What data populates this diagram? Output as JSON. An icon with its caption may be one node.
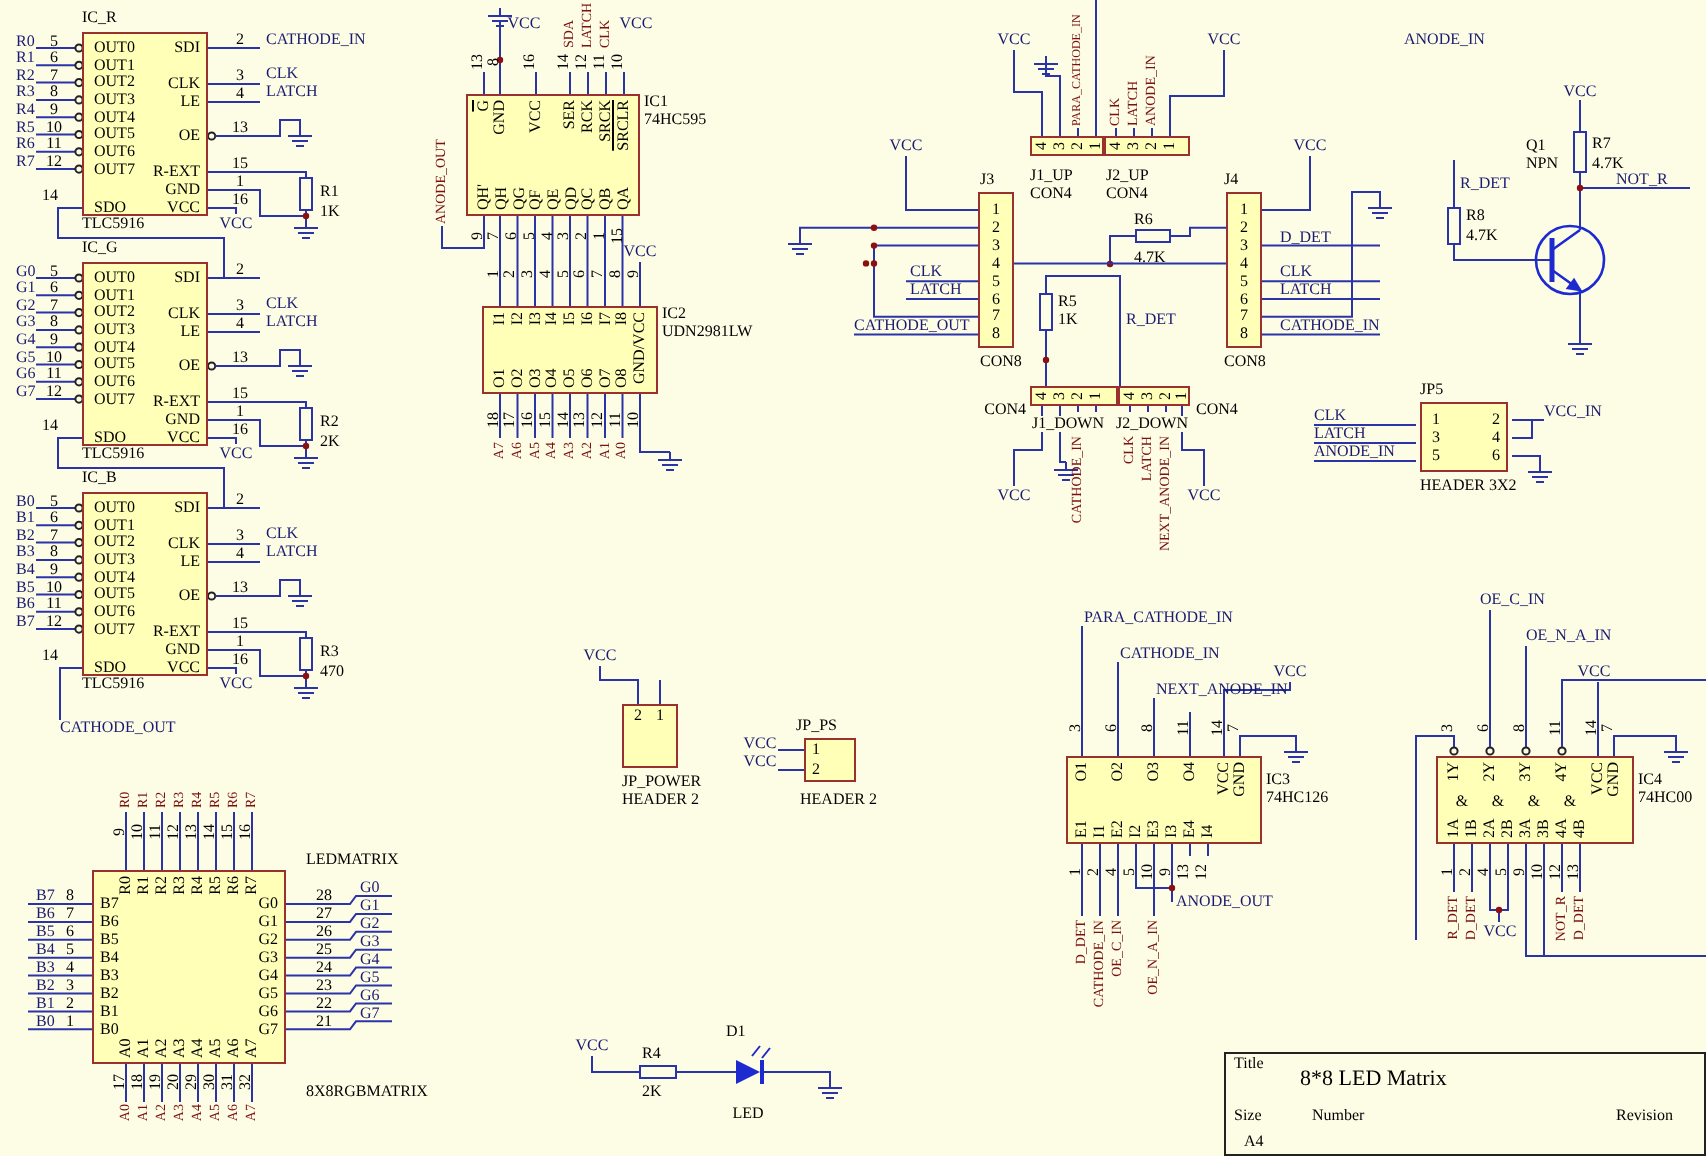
{
  "diagram": {
    "nodes": [
      {
        "text": [
          "OUT0",
          "OUT1",
          "OUT2",
          "OUT3",
          "OUT4",
          "OUT5",
          "OUT6",
          "OUT7",
          "SDI",
          "CLK",
          "LE",
          "OE",
          "R-EXT",
          "GND",
          "VCC",
          "SDO"
        ],
        "beside": [
          "IC_R",
          "TLC5916",
          "5",
          "6",
          "7",
          "8",
          "9",
          "10",
          "11",
          "12",
          "R0",
          "R1",
          "R2",
          "R3",
          "R4",
          "R5",
          "R6",
          "R7",
          "2",
          "3",
          "4",
          "13",
          "15",
          "1",
          "16",
          "14",
          "CATHODE_IN",
          "CLK",
          "LATCH",
          "VCC"
        ]
      },
      {
        "text": [
          "OUT0",
          "OUT1",
          "OUT2",
          "OUT3",
          "OUT4",
          "OUT5",
          "OUT6",
          "OUT7",
          "SDI",
          "CLK",
          "LE",
          "OE",
          "R-EXT",
          "GND",
          "VCC",
          "SDO"
        ],
        "beside": [
          "IC_G",
          "TLC5916",
          "5",
          "6",
          "7",
          "8",
          "9",
          "10",
          "11",
          "12",
          "G0",
          "G1",
          "G2",
          "G3",
          "G4",
          "G5",
          "G6",
          "G7",
          "2",
          "3",
          "4",
          "13",
          "15",
          "1",
          "16",
          "14",
          "CLK",
          "LATCH",
          "VCC"
        ]
      },
      {
        "text": [
          "OUT0",
          "OUT1",
          "OUT2",
          "OUT3",
          "OUT4",
          "OUT5",
          "OUT6",
          "OUT7",
          "SDI",
          "CLK",
          "LE",
          "OE",
          "R-EXT",
          "GND",
          "VCC",
          "SDO"
        ],
        "beside": [
          "IC_B",
          "TLC5916",
          "5",
          "6",
          "7",
          "8",
          "9",
          "10",
          "11",
          "12",
          "B0",
          "B1",
          "B2",
          "B3",
          "B4",
          "B5",
          "B6",
          "B7",
          "2",
          "3",
          "4",
          "13",
          "15",
          "1",
          "16",
          "14",
          "CLK",
          "LATCH",
          "VCC",
          "CATHODE_OUT"
        ]
      },
      {
        "text": [
          "G",
          "GND",
          "VCC",
          "SER",
          "RCK",
          "SRCK",
          "SRCLR",
          "QH'",
          "QH",
          "QG",
          "QF",
          "QE",
          "QD",
          "QC",
          "QB",
          "QA"
        ],
        "beside": [
          "IC1",
          "74HC595",
          "13",
          "8",
          "16",
          "14",
          "12",
          "11",
          "10",
          "9",
          "7",
          "6",
          "5",
          "4",
          "3",
          "2",
          "1",
          "15",
          "VCC",
          "SDA",
          "LATCH",
          "CLK",
          "VCC",
          "ANODE_OUT"
        ]
      },
      {
        "text": [
          "I1",
          "I2",
          "I3",
          "I4",
          "I5",
          "I6",
          "I7",
          "I8",
          "GND/VCC",
          "O1",
          "O2",
          "O3",
          "O4",
          "O5",
          "O6",
          "O7",
          "O8"
        ],
        "beside": [
          "IC2",
          "UDN2981LW",
          "1",
          "2",
          "3",
          "4",
          "5",
          "6",
          "7",
          "8",
          "9",
          "18",
          "17",
          "16",
          "15",
          "14",
          "13",
          "12",
          "11",
          "10",
          "A7",
          "A6",
          "A5",
          "A4",
          "A3",
          "A2",
          "A1",
          "A0",
          "VCC"
        ]
      },
      {
        "text": [
          "4",
          "3",
          "2",
          "1"
        ],
        "beside": [
          "J1_UP",
          "CON4",
          "VCC",
          "PARA_CATHODE_IN"
        ]
      },
      {
        "text": [
          "4",
          "3",
          "2",
          "1"
        ],
        "beside": [
          "J2_UP",
          "CON4",
          "CLK",
          "LATCH",
          "ANODE_IN",
          "VCC"
        ]
      },
      {
        "text": [
          "1",
          "2",
          "3",
          "4",
          "5",
          "6",
          "7",
          "8"
        ],
        "beside": [
          "J3",
          "CON8",
          "VCC",
          "CLK",
          "LATCH",
          "CATHODE_OUT"
        ]
      },
      {
        "text": [
          "1",
          "2",
          "3",
          "4",
          "5",
          "6",
          "7",
          "8"
        ],
        "beside": [
          "J4",
          "CON8",
          "VCC",
          "D_DET",
          "CLK",
          "LATCH",
          "CATHODE_IN"
        ]
      },
      {
        "text": [
          "4",
          "3",
          "2",
          "1"
        ],
        "beside": [
          "CON4",
          "J1_DOWN",
          "VCC",
          "CATHODE_IN"
        ]
      },
      {
        "text": [
          "4",
          "3",
          "2",
          "1"
        ],
        "beside": [
          "J2_DOWN",
          "CON4",
          "CLK",
          "LATCH",
          "NEXT_ANODE_IN",
          "VCC"
        ]
      },
      {
        "text": [
          "1",
          "3",
          "5",
          "2",
          "4",
          "6"
        ],
        "beside": [
          "JP5",
          "HEADER 3X2",
          "CLK",
          "LATCH",
          "ANODE_IN",
          "VCC_IN"
        ]
      },
      {
        "text": [
          "2",
          "1"
        ],
        "beside": [
          "VCC",
          "JP_POWER",
          "HEADER 2"
        ]
      },
      {
        "text": [
          "1",
          "2"
        ],
        "beside": [
          "JP_PS",
          "VCC",
          "VCC",
          "HEADER 2"
        ]
      },
      {
        "text": [
          "R0",
          "R1",
          "R2",
          "R3",
          "R4",
          "R5",
          "R6",
          "R7",
          "B7",
          "B6",
          "B5",
          "B4",
          "B3",
          "B2",
          "B1",
          "B0",
          "G0",
          "G1",
          "G2",
          "G3",
          "G4",
          "G5",
          "G6",
          "G7",
          "A0",
          "A1",
          "A2",
          "A3",
          "A4",
          "A5",
          "A6",
          "A7"
        ],
        "beside": [
          "LEDMATRIX",
          "8X8RGBMATRIX",
          "R0",
          "R1",
          "R2",
          "R3",
          "R4",
          "R5",
          "R6",
          "R7",
          "9",
          "10",
          "11",
          "12",
          "13",
          "14",
          "15",
          "16",
          "8",
          "7",
          "6",
          "5",
          "4",
          "3",
          "2",
          "1",
          "B7",
          "B6",
          "B5",
          "B4",
          "B3",
          "B2",
          "B1",
          "B0",
          "28",
          "27",
          "26",
          "25",
          "24",
          "23",
          "22",
          "21",
          "G0",
          "G1",
          "G2",
          "G3",
          "G4",
          "G5",
          "G6",
          "G7",
          "17",
          "18",
          "19",
          "20",
          "29",
          "30",
          "31",
          "32",
          "A0",
          "A1",
          "A2",
          "A3",
          "A4",
          "A5",
          "A6",
          "A7"
        ]
      },
      {
        "text": [
          "O1",
          "O2",
          "O3",
          "O4",
          "VCC",
          "GND",
          "E1",
          "I1",
          "E2",
          "I2",
          "E3",
          "I3",
          "E4",
          "I4"
        ],
        "beside": [
          "IC3",
          "74HC126",
          "3",
          "6",
          "8",
          "11",
          "14",
          "7",
          "1",
          "2",
          "4",
          "5",
          "10",
          "9",
          "13",
          "12",
          "PARA_CATHODE_IN",
          "CATHODE_IN",
          "NEXT_ANODE_IN",
          "VCC",
          "ANODE_OUT",
          "D_DET",
          "CATHODE_IN",
          "OE_C_IN",
          "OE_N_A_IN"
        ]
      },
      {
        "text": [
          "1Y",
          "2Y",
          "3Y",
          "4Y",
          "VCC",
          "GND",
          "&",
          "&",
          "&",
          "&",
          "1A",
          "1B",
          "2A",
          "2B",
          "3A",
          "3B",
          "4A",
          "4B"
        ],
        "beside": [
          "IC4",
          "74HC00",
          "3",
          "6",
          "8",
          "11",
          "14",
          "7",
          "1",
          "2",
          "4",
          "5",
          "9",
          "10",
          "12",
          "13",
          "OE_C_IN",
          "OE_N_A_IN",
          "VCC",
          "R_DET",
          "D_DET",
          "VCC",
          "NOT_R",
          "D_DET"
        ]
      },
      {
        "text": [
          "Title",
          "8*8 LED Matrix",
          "Size",
          "A4",
          "Number",
          "Revision"
        ]
      }
    ],
    "edges": [
      {
        "from": 0,
        "to": 1,
        "arrow": "none"
      },
      {
        "from": 1,
        "to": 2,
        "arrow": "none"
      },
      {
        "from": 3,
        "to": 4,
        "arrow": "none"
      },
      {
        "from": 3,
        "to": 4,
        "arrow": "none"
      },
      {
        "from": 3,
        "to": 4,
        "arrow": "none"
      },
      {
        "from": 3,
        "to": 4,
        "arrow": "none"
      },
      {
        "from": 3,
        "to": 4,
        "arrow": "none"
      },
      {
        "from": 3,
        "to": 4,
        "arrow": "none"
      },
      {
        "from": 3,
        "to": 4,
        "arrow": "none"
      },
      {
        "from": 3,
        "to": 4,
        "arrow": "none"
      },
      {
        "from": 7,
        "to": 8,
        "arrow": "none"
      }
    ],
    "labels": [
      "R1",
      "1K",
      "R2",
      "2K",
      "R3",
      "470",
      "ANODE_IN",
      "R6",
      "4.7K",
      "R5",
      "1K",
      "R_DET",
      "Q1",
      "NPN",
      "R7",
      "4.7K",
      "VCC",
      "NOT_R",
      "R_DET",
      "R8",
      "4.7K",
      "VCC",
      "R4",
      "2K",
      "D1",
      "LED"
    ]
  }
}
